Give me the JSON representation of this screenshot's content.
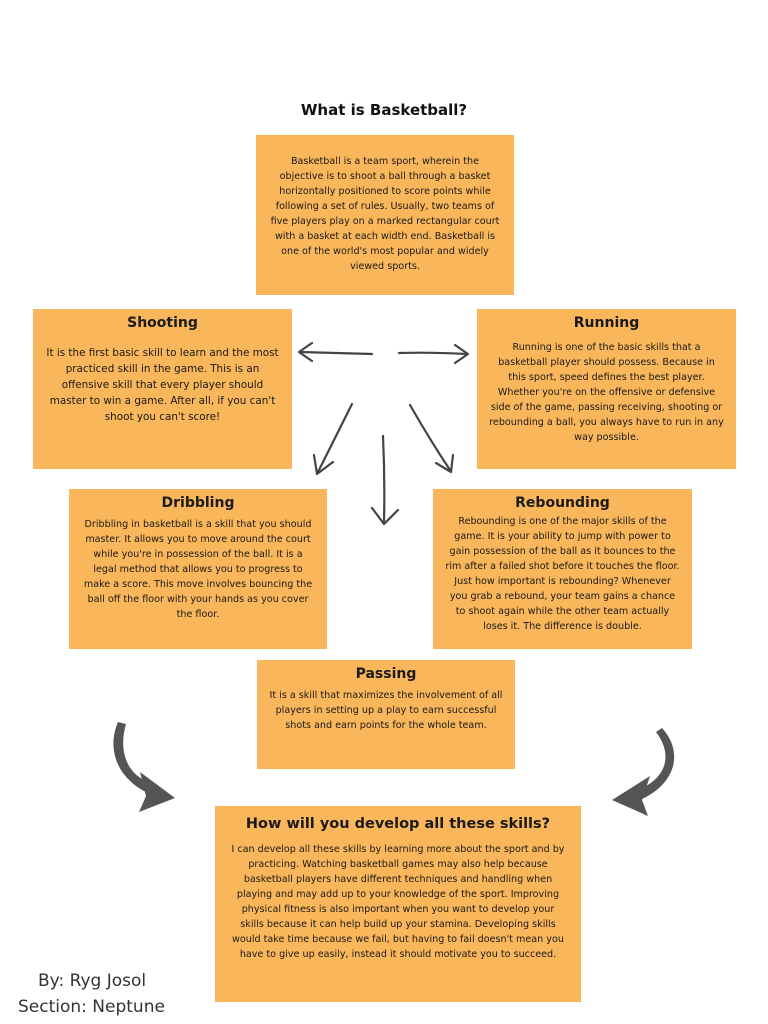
{
  "title": "What is Basketball?",
  "intro": {
    "text": "Basketball is a team sport, wherein the objective is to shoot a ball through a basket horizontally positioned to score points while following a set of rules. Usually, two teams of five players play on a marked rectangular court with a basket at each width end. Basketball is one of the world's most popular and widely viewed sports."
  },
  "skills": {
    "shooting": {
      "heading": "Shooting",
      "text": "It is the first basic skill to learn and the most practiced skill in the game. This is an offensive skill that every player should master to win a game. After all, if you can't shoot you can't score!"
    },
    "running": {
      "heading": "Running",
      "text": "Running is one of the basic skills that a basketball player should possess. Because in this sport, speed defines the best player. Whether you're on the offensive or defensive side of the game, passing receiving, shooting or rebounding a ball, you always have to run in any way possible."
    },
    "dribbling": {
      "heading": "Dribbling",
      "text": "Dribbling in basketball is a skill that you should master. It allows you to move around the court while you're in possession of the ball. It is a legal method that allows you to progress to make a score. This move involves bouncing the ball off the floor with your hands as you cover the floor."
    },
    "rebounding": {
      "heading": "Rebounding",
      "text": "Rebounding is one of the major skills of the game. It is your ability to jump with power to gain possession of the ball as it bounces to the rim after a failed shot before it touches the floor. Just how important is rebounding? Whenever you grab a rebound, your team gains a chance to shoot again while the other team actually loses it. The difference is double."
    },
    "passing": {
      "heading": "Passing",
      "text": "It is a skill that maximizes the involvement of all players in setting up a play to earn successful shots and earn points for the whole team."
    }
  },
  "develop": {
    "heading": "How will you develop all these skills?",
    "text": "I can develop all these skills by learning more about the sport and by practicing. Watching basketball games may also help because basketball players have different techniques and handling when playing and may add up to your knowledge of the sport. Improving physical fitness is also important when you want to develop your skills because it can help build up your stamina. Developing skills would take time because we fail, but having to fail doesn't mean you have to give up easily, instead it should motivate you to succeed."
  },
  "credits": {
    "author": "By: Ryg Josol",
    "section": "Section: Neptune"
  },
  "colors": {
    "box": "#f9b65a",
    "arrow": "#444444"
  }
}
